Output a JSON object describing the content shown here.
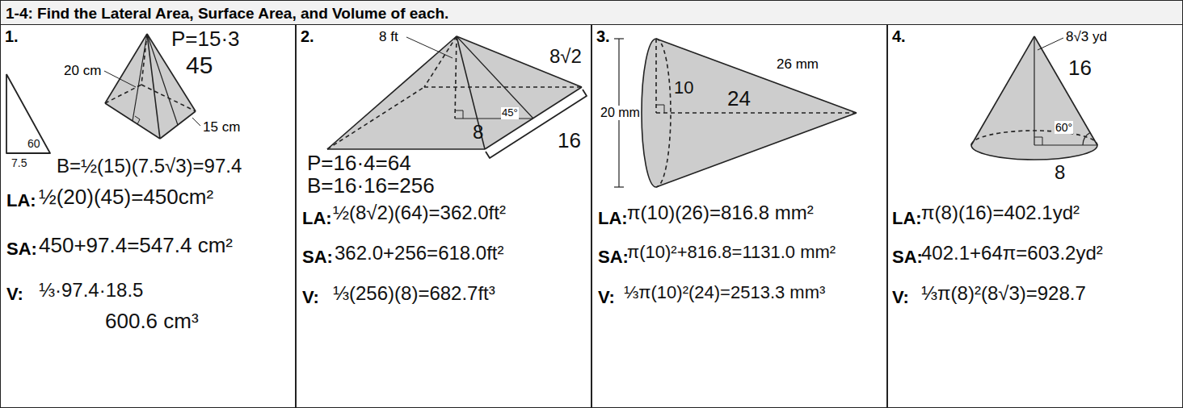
{
  "diagram": {
    "title": "1-4: Find the Lateral Area, Surface Area, and Volume of each.",
    "nodes": [
      {
        "text": [
          "1.",
          "P=15·3",
          "45",
          "20 cm",
          "15 cm",
          "60",
          "7.5",
          "B=½(15)(7.5√3)=97.4",
          "LA:",
          "½(20)(45)=450cm²",
          "SA:",
          "450+97.4=547.4 cm²",
          "V:",
          "⅓·97.4·18.5",
          "600.6 cm³"
        ]
      },
      {
        "text": [
          "2.",
          "8 ft",
          "8√2",
          "45°",
          "8",
          "16",
          "P=16·4=64",
          "B=16·16=256",
          "LA:",
          "½(8√2)(64)=362.0ft²",
          "SA:",
          "362.0+256=618.0ft²",
          "V:",
          "⅓(256)(8)=682.7ft³"
        ]
      },
      {
        "text": [
          "3.",
          "20 mm",
          "26 mm",
          "10",
          "24",
          "LA:",
          "π(10)(26)=816.8 mm²",
          "SA:",
          "π(10)²+816.8=1131.0 mm²",
          "V:",
          "⅓π(10)²(24)=2513.3 mm³"
        ]
      },
      {
        "text": [
          "4.",
          "8√3 yd",
          "16",
          "60°",
          "8",
          "LA:",
          "π(8)(16)=402.1yd²",
          "SA:",
          "402.1+64π=603.2yd²",
          "V:",
          "⅓π(8)²(8√3)=928.7"
        ]
      }
    ]
  }
}
